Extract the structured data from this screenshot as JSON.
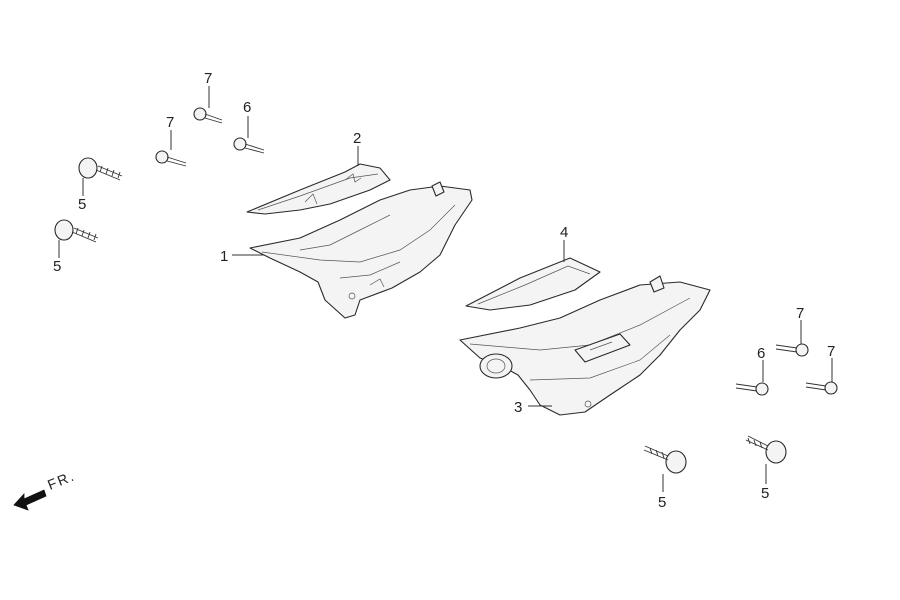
{
  "callouts": {
    "p1": "1",
    "p2": "2",
    "p3": "3",
    "p4": "4",
    "c5a": "5",
    "c5b": "5",
    "c5c": "5",
    "c5d": "5",
    "c6a": "6",
    "c6b": "6",
    "c7a": "7",
    "c7b": "7",
    "c7c": "7",
    "c7d": "7"
  },
  "direction": {
    "label": "FR."
  }
}
